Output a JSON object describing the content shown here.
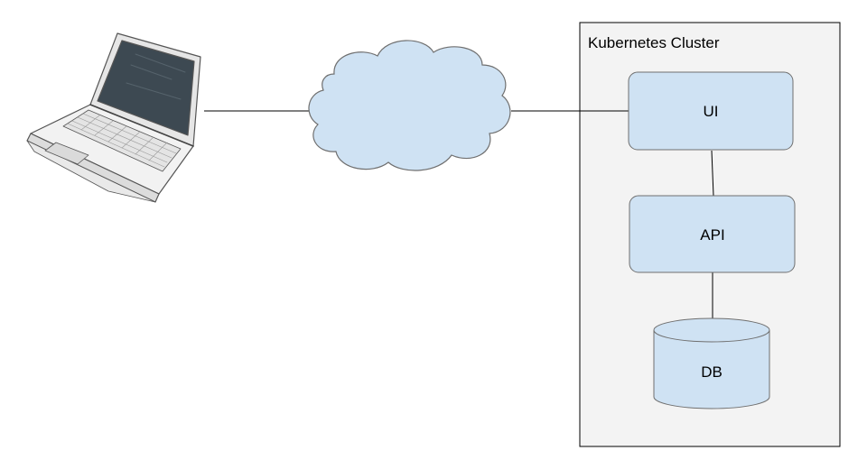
{
  "cluster": {
    "label": "Kubernetes Cluster"
  },
  "nodes": {
    "ui": {
      "label": "UI"
    },
    "api": {
      "label": "API"
    },
    "db": {
      "label": "DB"
    }
  },
  "colors": {
    "node_fill": "#cfe2f3",
    "node_stroke": "#6f6f6f",
    "cluster_fill": "#f3f3f3",
    "cluster_stroke": "#000000",
    "line": "#000000"
  },
  "icons": {
    "client": "laptop-icon",
    "network": "cloud-icon"
  }
}
